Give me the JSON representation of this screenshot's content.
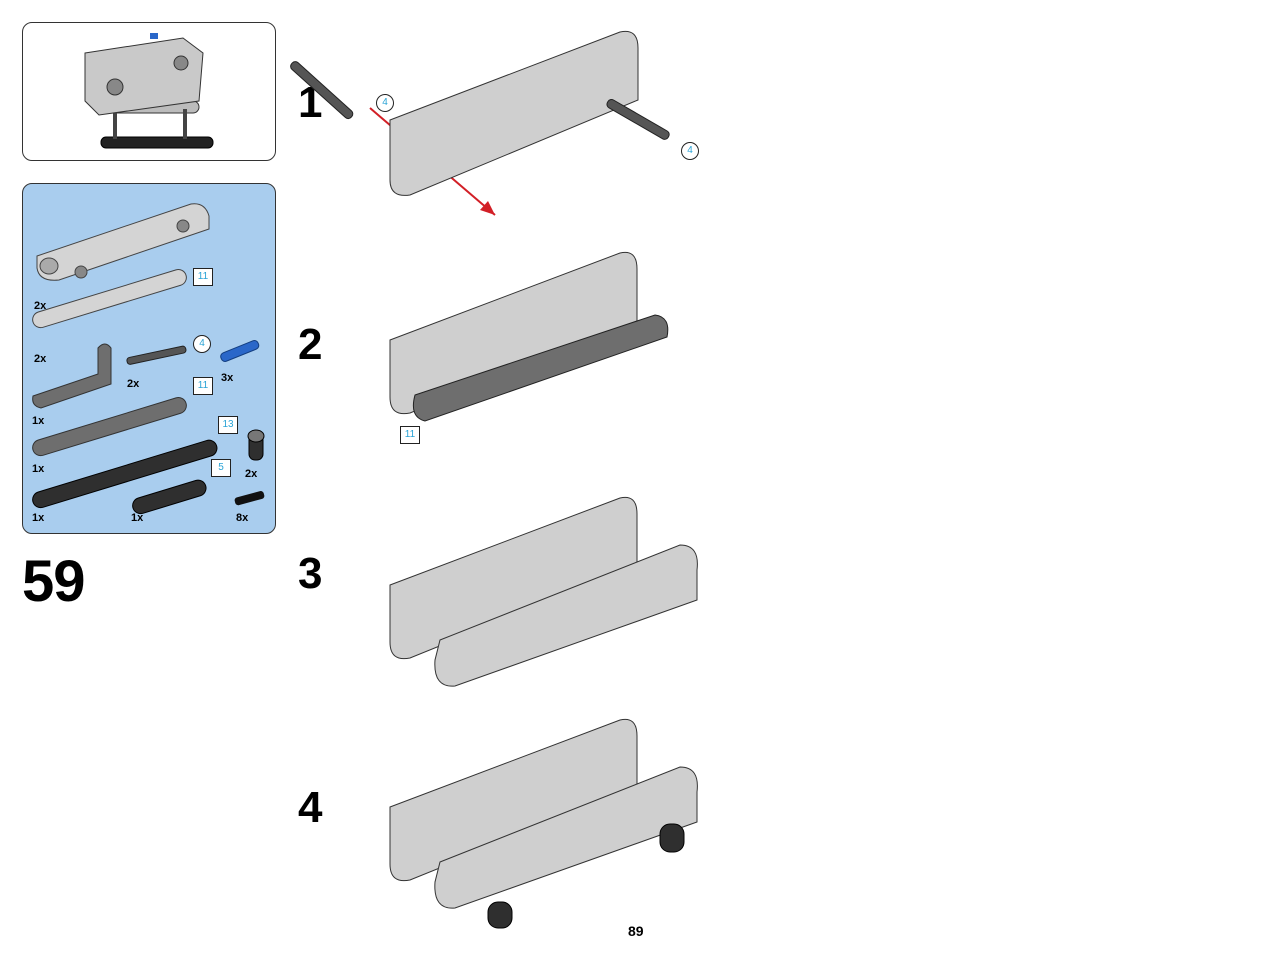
{
  "page_number": "89",
  "step_group": "59",
  "parts_list": {
    "items": [
      {
        "qty": "2x",
        "name": "panel-curved",
        "color": "#cfcfcf"
      },
      {
        "qty": "2x",
        "name": "beam-11-light",
        "size_badge": "11",
        "color": "#cfcfcf"
      },
      {
        "qty": "2x",
        "name": "axle-4",
        "size_badge": "4",
        "color": "#555555"
      },
      {
        "qty": "3x",
        "name": "blue-pin",
        "color": "#2a67c9"
      },
      {
        "qty": "1x",
        "name": "l-beam",
        "color": "#6e6e6e"
      },
      {
        "qty": "1x",
        "name": "beam-11-dark",
        "size_badge": "11",
        "color": "#6e6e6e"
      },
      {
        "qty": "1x",
        "name": "beam-13-black",
        "size_badge": "13",
        "color": "#2a2a2a"
      },
      {
        "qty": "1x",
        "name": "beam-5-black",
        "size_badge": "5",
        "color": "#2a2a2a"
      },
      {
        "qty": "2x",
        "name": "connector",
        "color": "#2a2a2a"
      },
      {
        "qty": "8x",
        "name": "black-pin",
        "color": "#111111"
      }
    ]
  },
  "steps": [
    {
      "number": "1",
      "badges": [
        "4",
        "4"
      ]
    },
    {
      "number": "2",
      "badges": [
        "11"
      ]
    },
    {
      "number": "3"
    },
    {
      "number": "4"
    }
  ],
  "colors": {
    "parts_bg": "#a9cdee",
    "badge_text": "#29a3d6",
    "arrow": "#d21f26"
  }
}
